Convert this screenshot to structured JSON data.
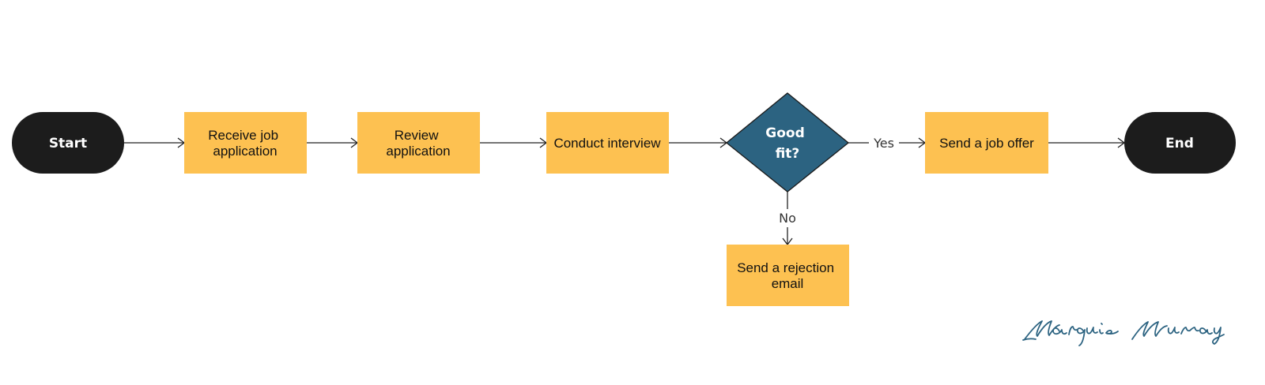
{
  "diagram": {
    "nodes": {
      "start": {
        "label": "Start"
      },
      "receive": {
        "line1": "Receive job",
        "line2": "application"
      },
      "review": {
        "line1": "Review",
        "line2": "application"
      },
      "interview": {
        "label": "Conduct interview"
      },
      "decision": {
        "line1": "Good",
        "line2": "fit?"
      },
      "offer": {
        "label": "Send a job offer"
      },
      "rejection": {
        "line1": "Send a rejection",
        "line2": "email"
      },
      "end": {
        "label": "End"
      }
    },
    "edges": {
      "yes_label": "Yes",
      "no_label": "No"
    }
  },
  "signature": {
    "text": "Marquis Murray"
  },
  "colors": {
    "terminal": "#1c1c1c",
    "process": "#fdc151",
    "decision": "#2c6381",
    "signature_ink": "#2c6381",
    "line": "#222222"
  }
}
